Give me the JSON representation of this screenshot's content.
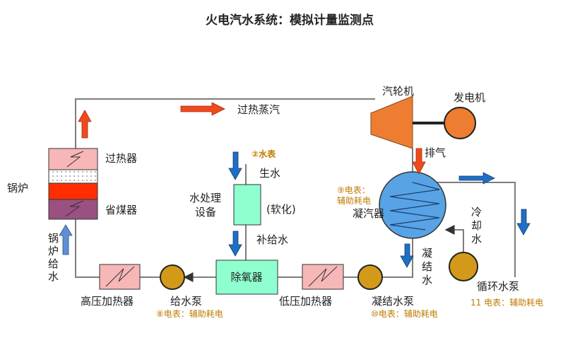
{
  "title": "火电汽水系统：模拟计量监测点",
  "colors": {
    "accent_arrow_red": "#f04a1c",
    "accent_arrow_blue": "#1f6fc4",
    "pipe_line": "#7d7d7d",
    "pump_fill": "#d39a1a",
    "turbine_fill": "#ee7d31",
    "condenser_fill": "#58a3e5",
    "heater_fill": "#f7b7b7",
    "water_treatment_fill": "#8fffd0",
    "meter_text": "#c07a00"
  },
  "components": {
    "boiler": "锅炉",
    "superheater": "过热器",
    "economizer": "省煤器",
    "turbine": "汽轮机",
    "generator": "发电机",
    "condenser": "凝汽器",
    "water_treatment_line1": "水处理",
    "water_treatment_line2": "设备",
    "softening": "(软化)",
    "deaerator": "除氧器",
    "hp_heater": "高压加热器",
    "lp_heater": "低压加热器",
    "feed_pump": "给水泵",
    "condensate_pump": "凝结水泵",
    "circulating_pump": "循环水泵"
  },
  "flows": {
    "superheated_steam": "过热蒸汽",
    "exhaust": "排气",
    "raw_water": "生水",
    "makeup_water": "补给水",
    "boiler_feed_water": [
      "锅",
      "炉",
      "给",
      "水"
    ],
    "condensate_water": [
      "凝",
      "结",
      "水"
    ],
    "cooling_water": [
      "冷",
      "却",
      "水"
    ]
  },
  "meters": {
    "water_meter": "②水表",
    "condenser_meter_line1": "⑨电表：",
    "condenser_meter_line2": "辅助耗电",
    "feed_pump_meter": "⑧电表：辅助耗电",
    "condensate_pump_meter": "⑩电表：辅助耗电",
    "circulating_pump_meter": "11 电表：辅助耗电"
  }
}
